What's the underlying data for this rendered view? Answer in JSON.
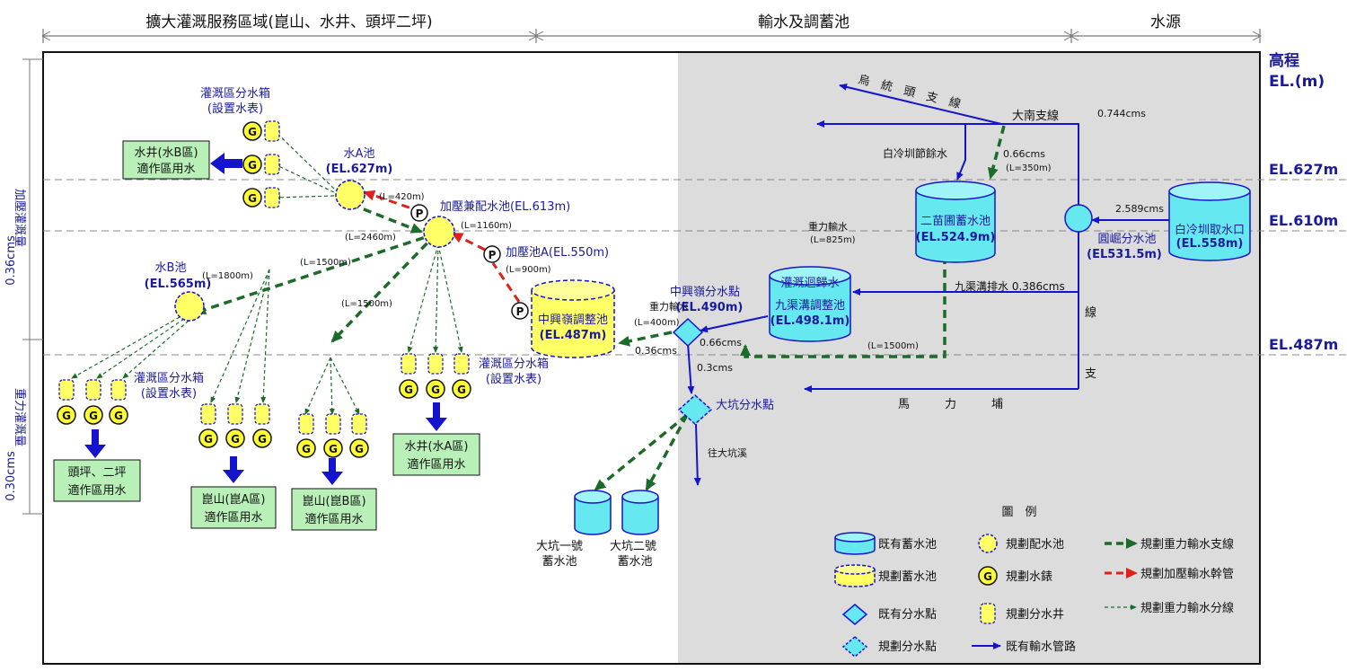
{
  "header": {
    "service_area": "擴大灌溉服務區域(崑山、水井、頭坪二坪)",
    "conveyance": "輸水及調蓄池",
    "source": "水源"
  },
  "elevation": {
    "title1": "高程",
    "title2": "EL.(m)",
    "levels": [
      "EL.627m",
      "EL.610m",
      "EL.487m"
    ]
  },
  "left_axis": {
    "upper_label": "加壓灌溉量",
    "upper_value": "0.36cms",
    "lower_label": "重力灌溉量",
    "lower_value": "0.30cms"
  },
  "nodes": {
    "tank_a_name": "水A池",
    "tank_a_el": "(EL.627m)",
    "tank_b_name": "水B池",
    "tank_b_el": "(EL.565m)",
    "boost_dist": "加壓兼配水池(EL.613m)",
    "boost_a": "加壓池A(EL.550m)",
    "zhongxing_pool_1": "中興嶺調整池",
    "zhongxing_pool_2": "(EL.487m)",
    "zhongxing_point_1": "中興嶺分水點",
    "zhongxing_point_2": "(EL.490m)",
    "jiuqu_1": "灌溉迴歸水",
    "jiuqu_2": "九渠溝調整池",
    "jiuqu_3": "(EL.498.1m)",
    "ermiao_1": "二苗圃蓄水池",
    "ermiao_2": "(EL.524.9m)",
    "baileng_1": "白冷圳取水口",
    "baileng_2": "(EL.558m)",
    "yuanqi_1": "圓崛分水池",
    "yuanqi_2": "(EL531.5m)",
    "dakeng_point": "大坑分水點",
    "dakeng1_1": "大坑一號",
    "dakeng1_2": "蓄水池",
    "dakeng2_1": "大坑二號",
    "dakeng2_2": "蓄水池",
    "to_dakeng_creek": "往大坑溪",
    "pump": "P",
    "meter": "G"
  },
  "boxes": {
    "box_a_top_1": "灌溉區分水箱",
    "box_a_top_2": "(設置水表)",
    "box_left_1": "灌溉區分水箱",
    "box_left_2": "(設置水表)",
    "box_right_1": "灌溉區分水箱",
    "box_right_2": "(設置水表)"
  },
  "areas": {
    "wellB_1": "水井(水B區)",
    "wellB_2": "適作區用水",
    "touping_1": "頭坪、二坪",
    "touping_2": "適作區用水",
    "kunA_1": "崑山(崑A區)",
    "kunA_2": "適作區用水",
    "kunB_1": "崑山(崑B區)",
    "kunB_2": "適作區用水",
    "wellA_1": "水井(水A區)",
    "wellA_2": "適作區用水"
  },
  "lengths": {
    "l420": "(L=420m)",
    "l1160": "(L=1160m)",
    "l2460": "(L=2460m)",
    "l900": "(L=900m)",
    "l1500a": "(L=1500m)",
    "l1800": "(L=1800m)",
    "l1500b": "(L=1500m)",
    "l1500c": "(L=1500m)",
    "l350": "(L=350m)",
    "l825": "(L=825m)",
    "l400": "(L=400m)"
  },
  "flows": {
    "gravity_1": "重力輸水",
    "gravity_2": "重力輸水",
    "f066_1": "0.66cms",
    "f066_2": "0.66cms",
    "f036": "0.36cms",
    "f03": "0.3cms",
    "f0744": "0.744cms",
    "f2589": "2.589cms",
    "jiuqu_drain": "九渠溝排水 0.386cms",
    "baileng_surplus": "白冷圳節餘水"
  },
  "canals": {
    "wutong": "烏　統　頭　支　線",
    "danan": "大南支線",
    "malibu": "馬　　　力　　　埔",
    "line_char": "線",
    "branch_char": "支"
  },
  "legend": {
    "title": "圖　例",
    "existing_reservoir": "既有蓄水池",
    "planned_reservoir": "規劃蓄水池",
    "existing_split": "既有分水點",
    "planned_split": "規劃分水點",
    "planned_dist_pool": "規劃配水池",
    "planned_meter": "規劃水錶",
    "planned_well": "規劃分水井",
    "existing_pipe": "既有輸水管路",
    "gravity_branch": "規劃重力輸水支線",
    "pressure_trunk": "規劃加壓輸水幹管",
    "gravity_dist": "規劃重力輸水分線"
  },
  "colors": {
    "blue": "#1414cc",
    "green": "#1d6b2a",
    "red": "#e0201a",
    "yellow": "#ffff66",
    "cyan": "#66e8f0",
    "box_green": "#b8f0b8",
    "gray": "#dcdcdc"
  }
}
